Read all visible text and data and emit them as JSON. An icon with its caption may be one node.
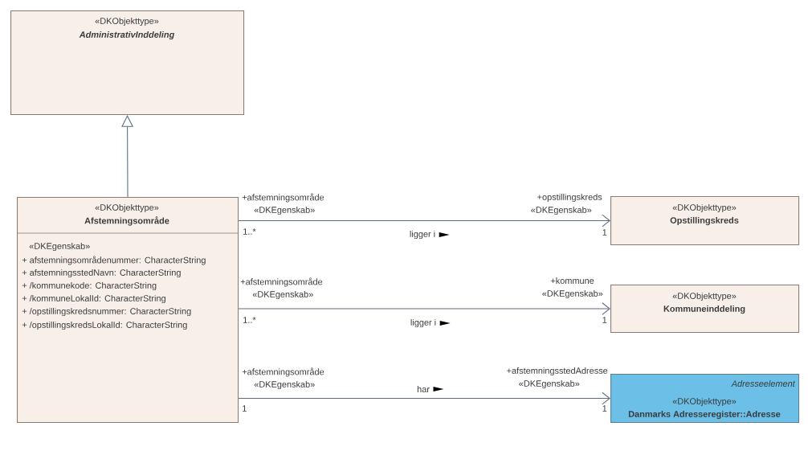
{
  "diagram": {
    "nodes": [
      {
        "text": [
          "«DKObjekttype»",
          "AdministrativInddeling"
        ]
      },
      {
        "text": [
          "«DKObjekttype»",
          "Afstemningsområde",
          "«DKEgenskab»",
          "+ afstemningsområdenummer: CharacterString",
          "+ afstemningsstedNavn: CharacterString",
          "+ /kommunekode: CharacterString",
          "+ /kommuneLokalId: CharacterString",
          "+ /opstillingskredsnummer: CharacterString",
          "+ /opstillingskredsLokalId: CharacterString"
        ]
      },
      {
        "text": [
          "«DKObjekttype»",
          "Opstillingskreds"
        ]
      },
      {
        "text": [
          "«DKObjekttype»",
          "Kommuneinddeling"
        ]
      },
      {
        "text": [
          "Adresseelement",
          "«DKObjekttype»",
          "Danmarks Adresseregister::Adresse"
        ]
      }
    ],
    "edges": [
      {
        "from": 1,
        "to": 0,
        "arrow": "to"
      },
      {
        "from": 1,
        "to": 2,
        "arrow": "to",
        "label": "ligger i"
      },
      {
        "from": 1,
        "to": 3,
        "arrow": "to",
        "label": "ligger i"
      },
      {
        "from": 1,
        "to": 4,
        "arrow": "to",
        "label": "har"
      }
    ],
    "labels": [
      "+afstemningsområde",
      "«DKEgenskab»",
      "+opstillingskreds",
      "«DKEgenskab»",
      "1..*",
      "1",
      "+afstemningsområde",
      "«DKEgenskab»",
      "+kommune",
      "«DKEgenskab»",
      "1..*",
      "1",
      "+afstemningsområde",
      "«DKEgenskab»",
      "+afstemningsstedAdresse",
      "«DKEgenskab»",
      "1",
      "1"
    ]
  }
}
